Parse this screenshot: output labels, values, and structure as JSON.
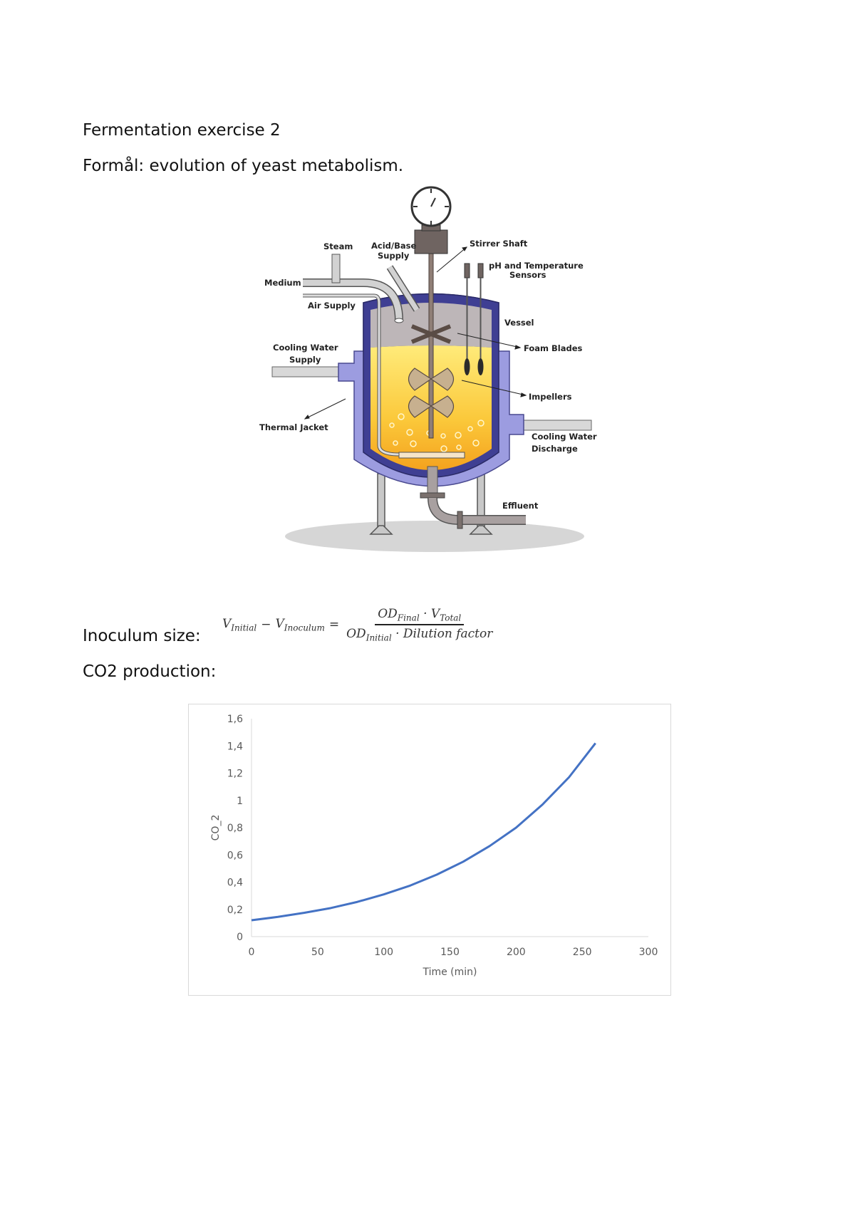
{
  "document": {
    "title": "Fermentation exercise 2",
    "purpose": "Formål: evolution of yeast metabolism.",
    "inoculum_label": "Inoculum size:",
    "co2_label": "CO2 production:"
  },
  "formula": {
    "lhs1": "V",
    "lhs1_sub": "Initial",
    "minus": "−",
    "lhs2": "V",
    "lhs2_sub": "Inoculum",
    "equals": "=",
    "num_a": "OD",
    "num_a_sub": "Final",
    "dot": "·",
    "num_b": "V",
    "num_b_sub": "Total",
    "den_a": "OD",
    "den_a_sub": "Initial",
    "den_b": "Dilution factor"
  },
  "diagram": {
    "labels": {
      "steam": "Steam",
      "acid_base_1": "Acid/Base",
      "acid_base_2": "Supply",
      "stirrer_shaft": "Stirrer Shaft",
      "sensors_1": "pH and Temperature",
      "sensors_2": "Sensors",
      "medium": "Medium",
      "air_supply": "Air Supply",
      "vessel": "Vessel",
      "foam_blades": "Foam Blades",
      "cooling_supply_1": "Cooling Water",
      "cooling_supply_2": "Supply",
      "impellers": "Impellers",
      "thermal_jacket": "Thermal Jacket",
      "cooling_discharge_1": "Cooling Water",
      "cooling_discharge_2": "Discharge",
      "effluent": "Effluent"
    },
    "colors": {
      "jacket": "#8f8fd6",
      "vessel": "#3d3d8f",
      "liquid_top": "#ffe766",
      "liquid_bottom": "#f5a623",
      "metal": "#8c8480"
    }
  },
  "chart_data": {
    "type": "line",
    "xlabel": "Time (min)",
    "ylabel": "CO_2",
    "xlim": [
      0,
      300
    ],
    "ylim": [
      0,
      1.6
    ],
    "xticks": [
      "0",
      "50",
      "100",
      "150",
      "200",
      "250",
      "300"
    ],
    "yticks": [
      "0",
      "0,2",
      "0,4",
      "0,6",
      "0,8",
      "1",
      "1,2",
      "1,4",
      "1,6"
    ],
    "grid": false,
    "color": "#4472c4",
    "series": [
      {
        "x": [
          0,
          20,
          40,
          60,
          80,
          100,
          120,
          140,
          160,
          180,
          200,
          220,
          240,
          260
        ],
        "y": [
          0.12,
          0.145,
          0.175,
          0.21,
          0.255,
          0.31,
          0.375,
          0.455,
          0.55,
          0.665,
          0.8,
          0.97,
          1.17,
          1.42
        ]
      }
    ]
  }
}
